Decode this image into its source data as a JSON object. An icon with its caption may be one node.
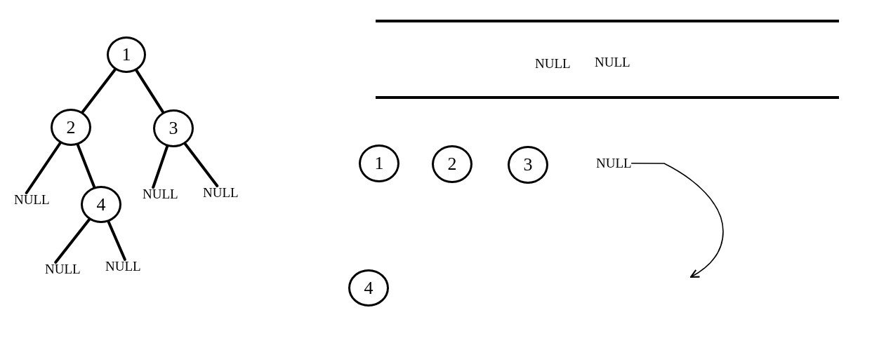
{
  "diagram": {
    "nodes": [
      {
        "text": [
          "1"
        ]
      },
      {
        "text": [
          "2"
        ]
      },
      {
        "text": [
          "3"
        ]
      },
      {
        "text": [
          "NULL"
        ]
      },
      {
        "text": [
          "4"
        ]
      },
      {
        "text": [
          "NULL"
        ]
      },
      {
        "text": [
          "NULL"
        ]
      },
      {
        "text": [
          "NULL"
        ]
      },
      {
        "text": [
          "NULL"
        ]
      },
      {
        "text": [
          "NULL",
          "NULL"
        ]
      },
      {
        "text": [
          "1"
        ]
      },
      {
        "text": [
          "2"
        ]
      },
      {
        "text": [
          "3"
        ]
      },
      {
        "text": [
          "NULL"
        ]
      },
      {
        "text": [
          "4"
        ]
      }
    ],
    "edges": [
      {
        "from": 0,
        "to": 1,
        "arrow": "none"
      },
      {
        "from": 0,
        "to": 2,
        "arrow": "none"
      },
      {
        "from": 1,
        "to": 3,
        "arrow": "none"
      },
      {
        "from": 1,
        "to": 4,
        "arrow": "none"
      },
      {
        "from": 2,
        "to": 5,
        "arrow": "none"
      },
      {
        "from": 2,
        "to": 6,
        "arrow": "none"
      },
      {
        "from": 4,
        "to": 7,
        "arrow": "none"
      },
      {
        "from": 4,
        "to": 8,
        "arrow": "none"
      },
      {
        "from": 13,
        "to": null,
        "arrow": "to"
      }
    ]
  }
}
